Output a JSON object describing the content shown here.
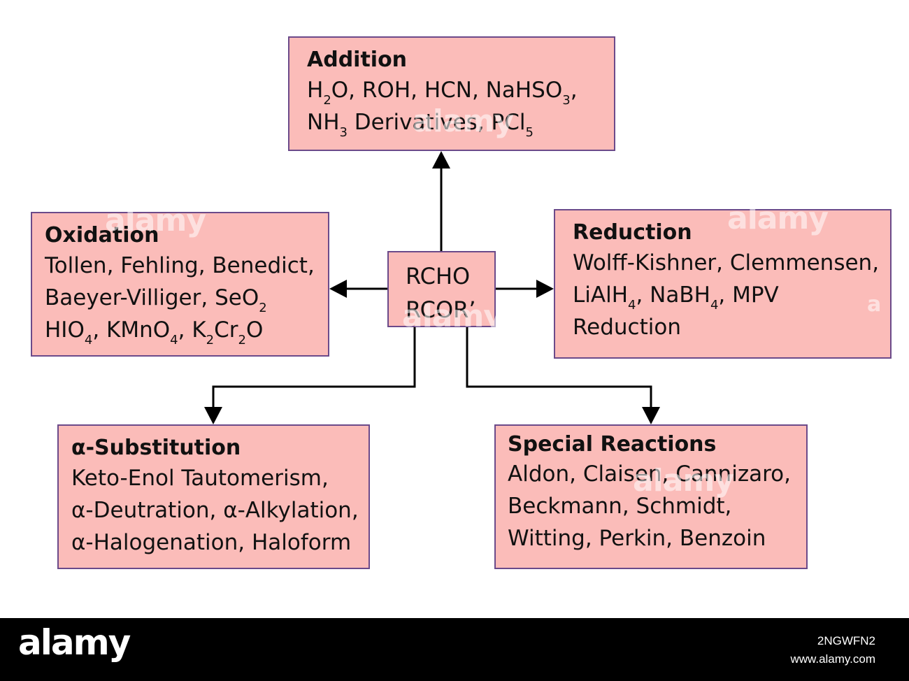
{
  "center": {
    "lines": [
      "RCHO",
      "RCOR’"
    ]
  },
  "addition": {
    "title": "Addition",
    "line1": {
      "a": "H",
      "b": "2",
      "c": "O, ROH, HCN, NaHSO",
      "d": "3",
      "e": ","
    },
    "line2": {
      "a": "NH",
      "b": "3",
      "c": " Derivatives, PCl",
      "d": "5"
    }
  },
  "oxidation": {
    "title": "Oxidation",
    "line1": "Tollen, Fehling, Benedict,",
    "line2": {
      "a": "Baeyer-Villiger, SeO",
      "b": "2"
    },
    "line3": {
      "a": "HIO",
      "b": "4",
      "c": ", KMnO",
      "d": "4",
      "e": ", K",
      "f": "2",
      "g": "Cr",
      "h": "2",
      "i": "O"
    }
  },
  "reduction": {
    "title": "Reduction",
    "line1": "Wolff-Kishner, Clemmensen,",
    "line2": {
      "a": "LiAlH",
      "b": "4",
      "c": ", NaBH",
      "d": "4",
      "e": ", MPV"
    },
    "line3": "Reduction"
  },
  "substitution": {
    "title": "α-Substitution",
    "lines": [
      "Keto-Enol Tautomerism,",
      "α-Deutration, α-Alkylation,",
      "α-Halogenation, Haloform"
    ]
  },
  "special": {
    "title": "Special Reactions",
    "lines": [
      "Aldon, Claisen, Cannizaro,",
      "Beckmann, Schmidt,",
      "Witting, Perkin, Benzoin"
    ]
  },
  "watermark": {
    "text": "alamy",
    "small": "a"
  },
  "footer": {
    "logo": "alamy",
    "image_id": "2NGWFN2",
    "url": "www.alamy.com"
  },
  "colors": {
    "box_fill": "#fbbcb9",
    "box_border": "#6b4a8a",
    "arrow": "#000000",
    "footer_bg": "#000000"
  }
}
